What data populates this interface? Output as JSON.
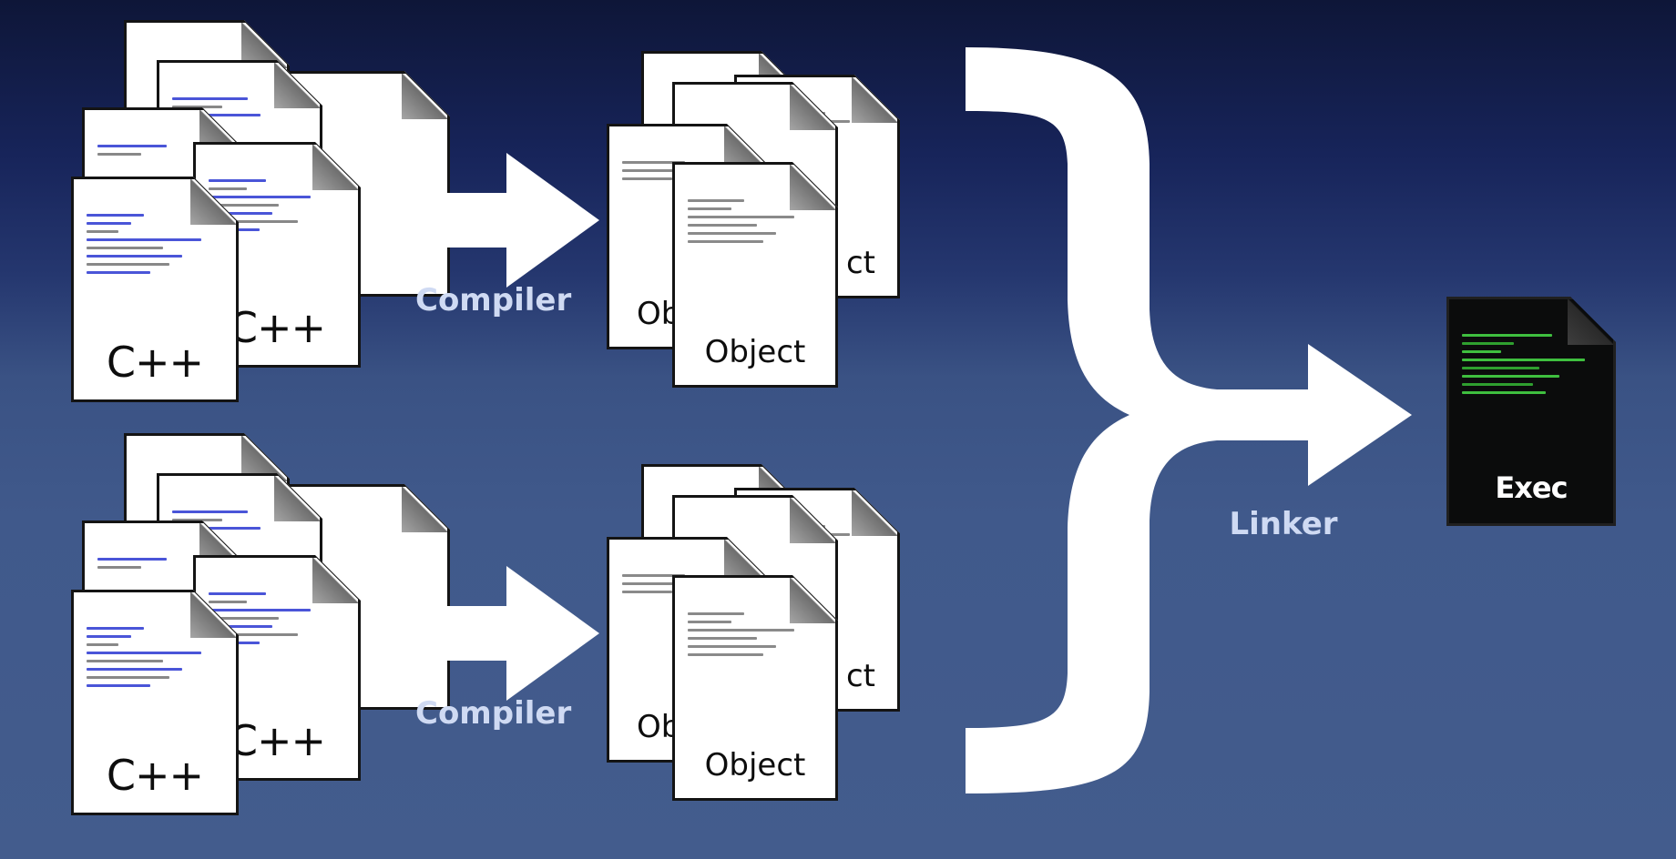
{
  "diagram": {
    "groups": [
      {
        "source_label": "C++",
        "compiler_label": "Compiler",
        "object_label": "Object",
        "object_partial_left": "Ob",
        "object_partial_right": "ct"
      },
      {
        "source_label": "C++",
        "compiler_label": "Compiler",
        "object_label": "Object",
        "object_partial_left": "Ob",
        "object_partial_right": "ct"
      }
    ],
    "linker_label": "Linker",
    "exec_label": "Exec",
    "colors": {
      "background_top": "#0e1638",
      "background_bottom": "#435c8d",
      "arrow": "#ffffff",
      "label": "#cfdaf3",
      "source_code_line": "#4a55d8",
      "object_code_line": "#8a8a8a",
      "exec_code_line": "#3fbf3f"
    },
    "icons": [
      "document-icon",
      "arrow-right-icon",
      "curly-brace-icon",
      "executable-icon"
    ]
  }
}
